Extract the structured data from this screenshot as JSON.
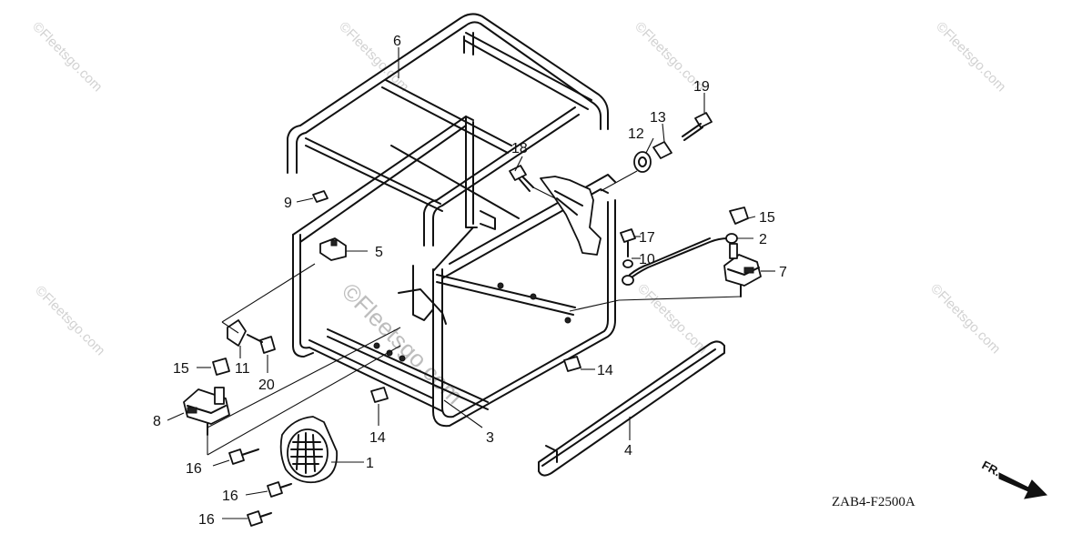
{
  "diagram_code": "ZAB4-F2500A",
  "direction_label": "FR.",
  "watermark": "©Fleetsgo.com",
  "watermark_center": "©Fleetsgo.com",
  "labels": {
    "l1": "1",
    "l2": "2",
    "l3": "3",
    "l4": "4",
    "l5": "5",
    "l6": "6",
    "l7": "7",
    "l8": "8",
    "l9": "9",
    "l10": "10",
    "l11": "11",
    "l12": "12",
    "l13": "13",
    "l14a": "14",
    "l14b": "14",
    "l15a": "15",
    "l15b": "15",
    "l16a": "16",
    "l16b": "16",
    "l16c": "16",
    "l17": "17",
    "l18": "18",
    "l19": "19",
    "l20": "20"
  }
}
